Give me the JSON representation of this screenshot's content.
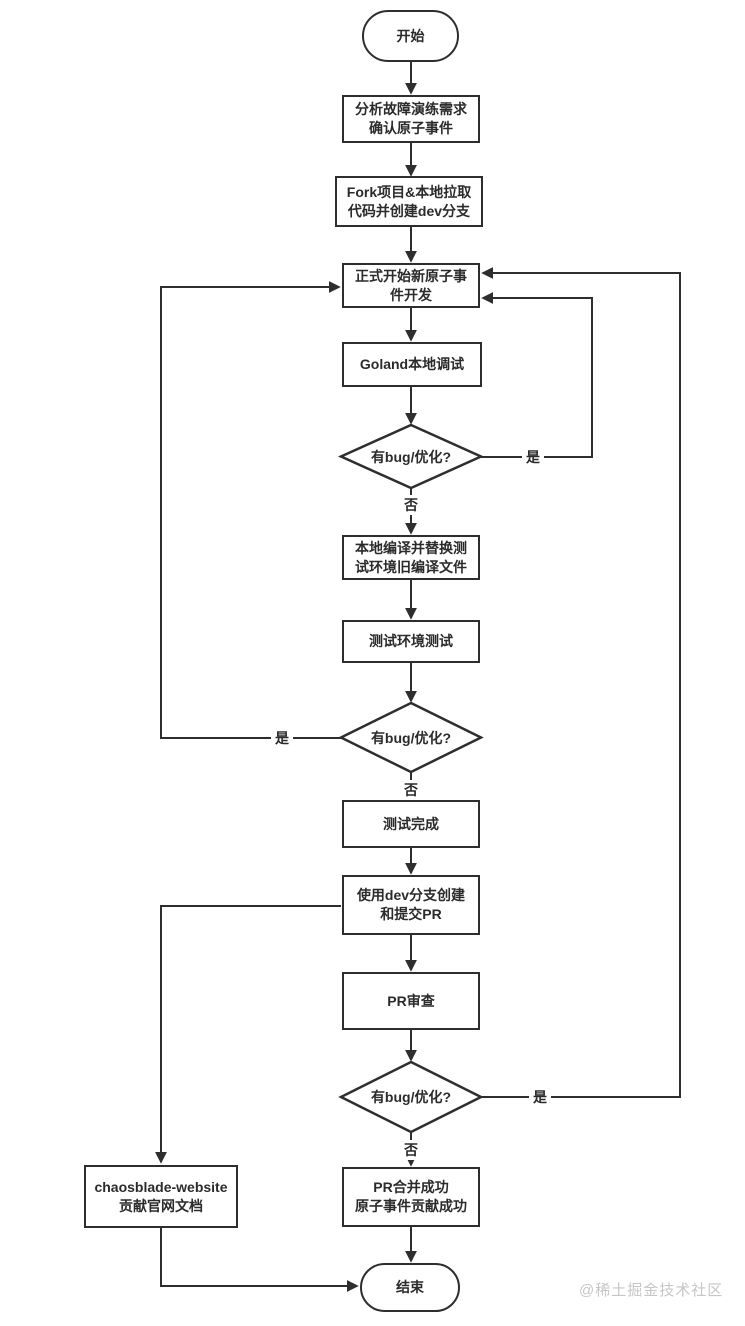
{
  "diagram": {
    "type": "flowchart",
    "nodes": [
      {
        "id": "start",
        "shape": "terminator",
        "label": "开始"
      },
      {
        "id": "analyze",
        "shape": "process",
        "label": "分析故障演练需求\n确认原子事件"
      },
      {
        "id": "fork",
        "shape": "process",
        "label": "Fork项目&本地拉取\n代码并创建dev分支"
      },
      {
        "id": "develop",
        "shape": "process",
        "label": "正式开始新原子事\n件开发"
      },
      {
        "id": "goland",
        "shape": "process",
        "label": "Goland本地调试"
      },
      {
        "id": "bug-check-1",
        "shape": "decision",
        "label": "有bug/优化?"
      },
      {
        "id": "compile",
        "shape": "process",
        "label": "本地编译并替换测\n试环境旧编译文件"
      },
      {
        "id": "test-env",
        "shape": "process",
        "label": "测试环境测试"
      },
      {
        "id": "bug-check-2",
        "shape": "decision",
        "label": "有bug/优化?"
      },
      {
        "id": "test-done",
        "shape": "process",
        "label": "测试完成"
      },
      {
        "id": "create-pr",
        "shape": "process",
        "label": "使用dev分支创建\n和提交PR"
      },
      {
        "id": "pr-review",
        "shape": "process",
        "label": "PR审查"
      },
      {
        "id": "bug-check-3",
        "shape": "decision",
        "label": "有bug/优化?"
      },
      {
        "id": "pr-merged",
        "shape": "process",
        "label": "PR合并成功\n原子事件贡献成功"
      },
      {
        "id": "website",
        "shape": "process",
        "label": "chaosblade-website\n贡献官网文档"
      },
      {
        "id": "end",
        "shape": "terminator",
        "label": "结束"
      }
    ],
    "edges": [
      {
        "from": "start",
        "to": "analyze",
        "label": ""
      },
      {
        "from": "analyze",
        "to": "fork",
        "label": ""
      },
      {
        "from": "fork",
        "to": "develop",
        "label": ""
      },
      {
        "from": "develop",
        "to": "goland",
        "label": ""
      },
      {
        "from": "goland",
        "to": "bug-check-1",
        "label": ""
      },
      {
        "from": "bug-check-1",
        "to": "compile",
        "label": "否"
      },
      {
        "from": "compile",
        "to": "test-env",
        "label": ""
      },
      {
        "from": "test-env",
        "to": "bug-check-2",
        "label": ""
      },
      {
        "from": "bug-check-2",
        "to": "test-done",
        "label": "否"
      },
      {
        "from": "test-done",
        "to": "create-pr",
        "label": ""
      },
      {
        "from": "create-pr",
        "to": "pr-review",
        "label": ""
      },
      {
        "from": "pr-review",
        "to": "bug-check-3",
        "label": ""
      },
      {
        "from": "bug-check-3",
        "to": "pr-merged",
        "label": "否"
      },
      {
        "from": "pr-merged",
        "to": "end",
        "label": ""
      },
      {
        "from": "bug-check-1",
        "to": "develop",
        "label": "是"
      },
      {
        "from": "bug-check-3",
        "to": "develop",
        "label": "是"
      },
      {
        "from": "bug-check-2",
        "to": "develop",
        "label": "是"
      },
      {
        "from": "create-pr",
        "to": "website",
        "label": ""
      },
      {
        "from": "website",
        "to": "end",
        "label": ""
      }
    ],
    "watermark": "@稀土掘金技术社区",
    "colors": {
      "line": "#2e2e2e",
      "node_fill": "#ffffff",
      "background": "#ffffff",
      "watermark": "#c6c6c6"
    }
  }
}
